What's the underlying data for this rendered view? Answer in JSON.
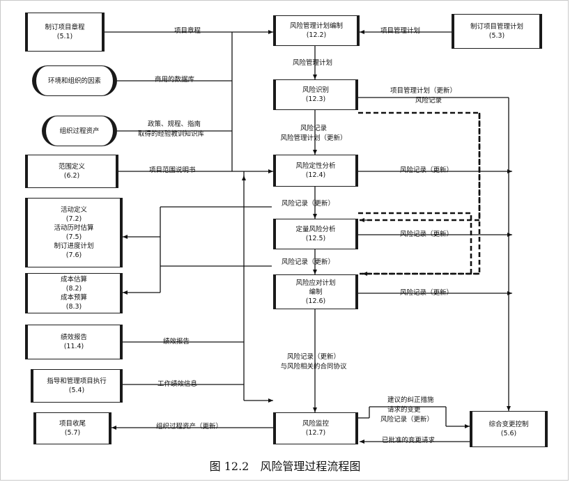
{
  "boxes": {
    "charter": {
      "name": "制订项目章程",
      "code": "(5.1)"
    },
    "env": {
      "name": "环境和组织的因素"
    },
    "opa": {
      "name": "组织过程资产"
    },
    "scope": {
      "name": "范围定义",
      "code": "(6.2)"
    },
    "activity": {
      "lines": [
        "活动定义",
        "(7.2)",
        "活动历时估算",
        "(7.5)",
        "制订进度计划",
        "(7.6)"
      ]
    },
    "cost": {
      "lines": [
        "成本估算",
        "(8.2)",
        "成本预算",
        "(8.3)"
      ]
    },
    "perf": {
      "name": "绩效报告",
      "code": "(11.4)"
    },
    "direct": {
      "name": "指导和管理项目执行",
      "code": "(5.4)"
    },
    "closure": {
      "name": "项目收尾",
      "code": "(5.7)"
    },
    "rmp": {
      "name": "风险管理计划编制",
      "code": "(12.2)"
    },
    "pmp": {
      "name": "制订项目管理计划",
      "code": "(5.3)"
    },
    "ri": {
      "name": "风险识别",
      "code": "(12.3)"
    },
    "qual": {
      "name": "风险定性分析",
      "code": "(12.4)"
    },
    "quant": {
      "name": "定量风险分析",
      "code": "(12.5)"
    },
    "resp": {
      "lines": [
        "风险应对计划",
        "编制",
        "(12.6)"
      ]
    },
    "monitor": {
      "name": "风险监控",
      "code": "(12.7)"
    },
    "icc": {
      "name": "综合变更控制",
      "code": "(5.6)"
    }
  },
  "labels": {
    "charter_out": "项目章程",
    "pmp_out": "项目管理计划",
    "rmp_out": "风险管理计划",
    "env_out": "商用的数据库",
    "opa_out1": "政策、规程、指南",
    "opa_out2": "取得的经验教训知识库",
    "ri_out1": "项目管理计划（更新）",
    "ri_out2": "风险记录",
    "ri_down1": "风险记录",
    "ri_down2": "风险管理计划（更新）",
    "scope_out": "项目范围说明书",
    "qual_out": "风险记录（更新）",
    "qual_down": "风险记录（更新）",
    "quant_out": "风险记录（更新）",
    "quant_down": "风险记录（更新）",
    "resp_out": "风险记录（更新）",
    "resp_down1": "风险记录（更新）",
    "resp_down2": "与风险相关的合同协议",
    "perf_out": "绩效报告",
    "direct_out": "工作绩效信息",
    "monitor_out1": "建议的纠正措施",
    "monitor_out2": "请求的变更",
    "monitor_out3": "风险记录（更新）",
    "icc_out": "已批准的变更请求",
    "closure_in": "组织过程资产（更新）"
  },
  "caption": "图 12.2　风险管理过程流程图"
}
